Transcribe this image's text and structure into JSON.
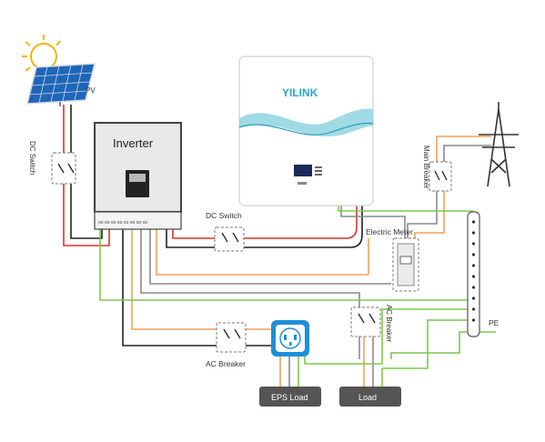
{
  "labels": {
    "pv": "PV",
    "inverter": "Inverter",
    "battery_brand": "YILINK",
    "dc_switch_left": "DC Switch",
    "dc_switch_mid": "DC Switch",
    "main_breaker": "Main Breaker",
    "electric_meter": "Electric Meter",
    "ac_breaker_left": "AC Breaker",
    "ac_breaker_right": "AC Breaker",
    "pe": "PE",
    "eps_load": "EPS Load",
    "load": "Load"
  },
  "colors": {
    "dc_positive": "#d9342b",
    "dc_negative": "#222222",
    "ac_line": "#f0a15a",
    "neutral": "#8a8a8a",
    "ground": "#7cc94a",
    "socket": "#1e8fd6",
    "load_box": "#555555",
    "brand": "#2aa5c9"
  }
}
